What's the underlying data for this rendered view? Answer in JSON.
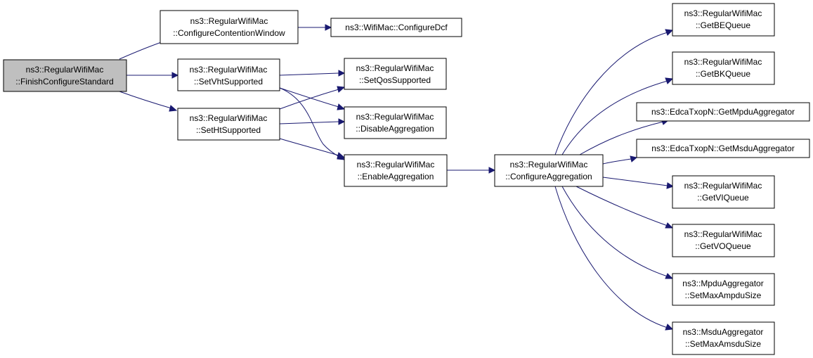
{
  "colors": {
    "edge": "#191970",
    "node_border": "#000000",
    "root_fill": "#bfbfbf",
    "node_fill": "#ffffff"
  },
  "nodes": {
    "finish": {
      "lines": [
        "ns3::RegularWifiMac",
        "::FinishConfigureStandard"
      ]
    },
    "cwin": {
      "lines": [
        "ns3::RegularWifiMac",
        "::ConfigureContentionWindow"
      ]
    },
    "vht": {
      "lines": [
        "ns3::RegularWifiMac",
        "::SetVhtSupported"
      ]
    },
    "ht": {
      "lines": [
        "ns3::RegularWifiMac",
        "::SetHtSupported"
      ]
    },
    "dcf": {
      "lines": [
        "ns3::WifiMac::ConfigureDcf"
      ]
    },
    "qos": {
      "lines": [
        "ns3::RegularWifiMac",
        "::SetQosSupported"
      ]
    },
    "disable": {
      "lines": [
        "ns3::RegularWifiMac",
        "::DisableAggregation"
      ]
    },
    "enable": {
      "lines": [
        "ns3::RegularWifiMac",
        "::EnableAggregation"
      ]
    },
    "configagg": {
      "lines": [
        "ns3::RegularWifiMac",
        "::ConfigureAggregation"
      ]
    },
    "be": {
      "lines": [
        "ns3::RegularWifiMac",
        "::GetBEQueue"
      ]
    },
    "bk": {
      "lines": [
        "ns3::RegularWifiMac",
        "::GetBKQueue"
      ]
    },
    "mpduagg": {
      "lines": [
        "ns3::EdcaTxopN::GetMpduAggregator"
      ]
    },
    "msduagg": {
      "lines": [
        "ns3::EdcaTxopN::GetMsduAggregator"
      ]
    },
    "vi": {
      "lines": [
        "ns3::RegularWifiMac",
        "::GetVIQueue"
      ]
    },
    "vo": {
      "lines": [
        "ns3::RegularWifiMac",
        "::GetVOQueue"
      ]
    },
    "ampdu": {
      "lines": [
        "ns3::MpduAggregator",
        "::SetMaxAmpduSize"
      ]
    },
    "amsdu": {
      "lines": [
        "ns3::MsduAggregator",
        "::SetMaxAmsduSize"
      ]
    }
  },
  "edges": [
    {
      "from": "finish",
      "to": "cwin"
    },
    {
      "from": "finish",
      "to": "vht"
    },
    {
      "from": "finish",
      "to": "ht"
    },
    {
      "from": "cwin",
      "to": "dcf"
    },
    {
      "from": "vht",
      "to": "qos"
    },
    {
      "from": "vht",
      "to": "disable"
    },
    {
      "from": "vht",
      "to": "enable"
    },
    {
      "from": "ht",
      "to": "qos"
    },
    {
      "from": "ht",
      "to": "disable"
    },
    {
      "from": "ht",
      "to": "enable"
    },
    {
      "from": "enable",
      "to": "configagg"
    },
    {
      "from": "configagg",
      "to": "be"
    },
    {
      "from": "configagg",
      "to": "bk"
    },
    {
      "from": "configagg",
      "to": "mpduagg"
    },
    {
      "from": "configagg",
      "to": "msduagg"
    },
    {
      "from": "configagg",
      "to": "vi"
    },
    {
      "from": "configagg",
      "to": "vo"
    },
    {
      "from": "configagg",
      "to": "ampdu"
    },
    {
      "from": "configagg",
      "to": "amsdu"
    }
  ]
}
